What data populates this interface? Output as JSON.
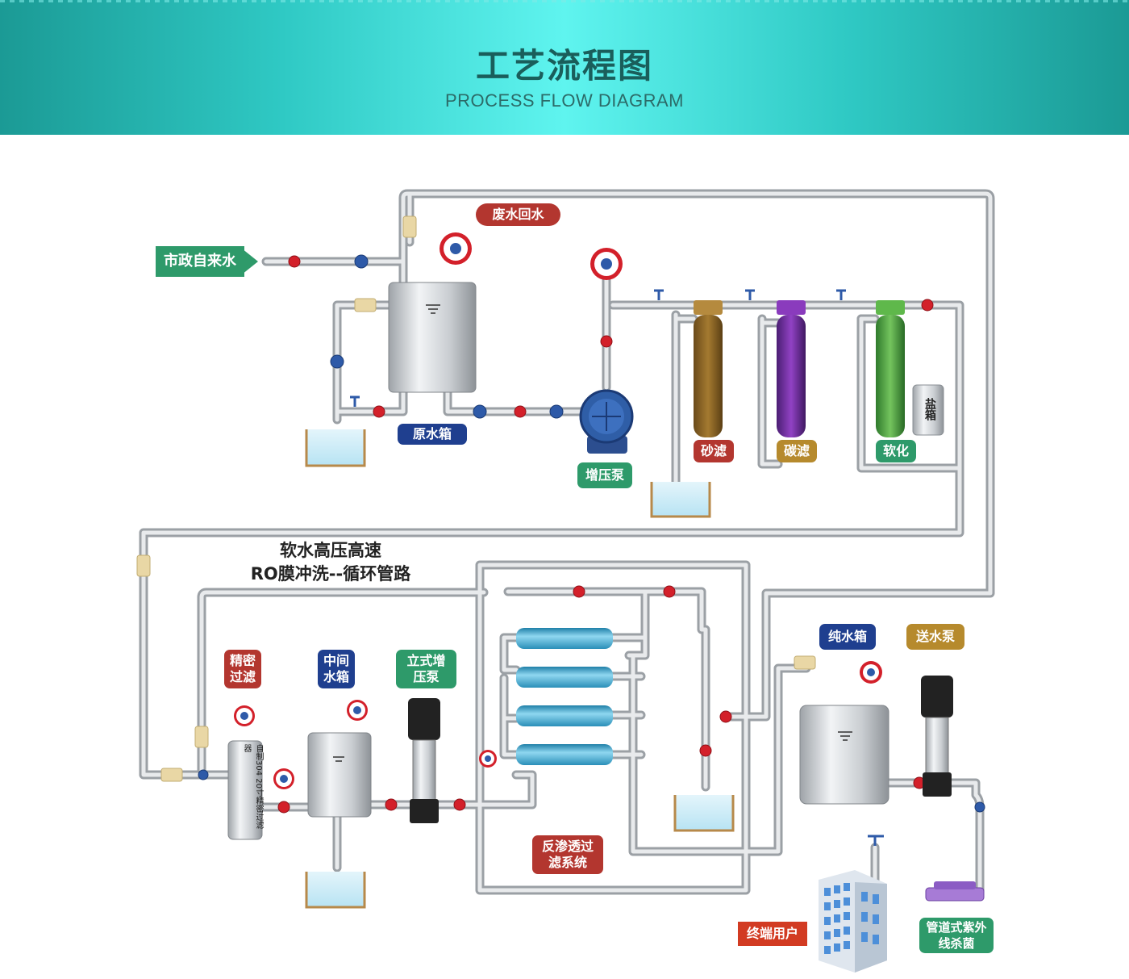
{
  "header": {
    "title": "工艺流程图",
    "subtitle": "PROCESS FLOW DIAGRAM"
  },
  "labels": {
    "municipal_water": "市政自来水",
    "wastewater_return": "废水回水",
    "raw_tank": "原水箱",
    "booster_pump": "增压泵",
    "sand_filter": "砂滤",
    "carbon_filter": "碳滤",
    "softener": "软化",
    "salt_box": "盐箱",
    "fine_filter": "精密过滤",
    "middle_tank": "中间水箱",
    "vertical_pump": "立式增压泵",
    "ro_system": "反渗透过滤系统",
    "pure_tank": "纯水箱",
    "delivery_pump": "送水泵",
    "end_user": "终端用户",
    "uv_sterilizer": "管道式紫外线杀菌",
    "filter_vessel_text": "自制304 20寸精密过滤器"
  },
  "notes": {
    "circulation_line1": "软水高压高速",
    "circulation_line2": "RO膜冲洗--循环管路"
  },
  "colors": {
    "green": "#2e9a6a",
    "red": "#b3362f",
    "navy": "#1f3f8f",
    "gold": "#b68a2d",
    "pipe": "#c9cdd2",
    "valve_red": "#d3202a",
    "valve_blue": "#2e5aa8"
  }
}
